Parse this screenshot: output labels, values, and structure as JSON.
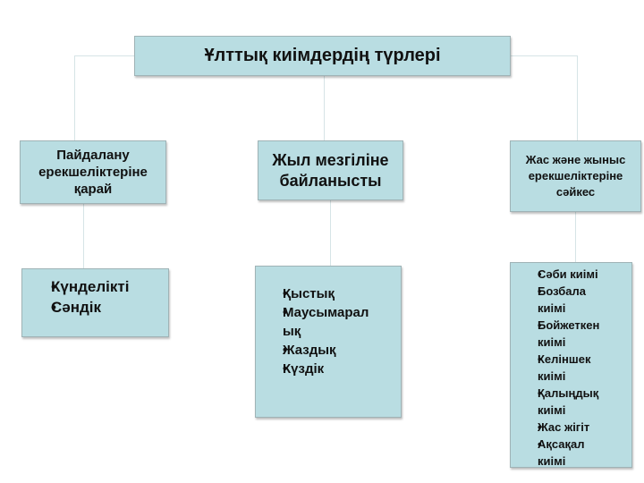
{
  "title": "Ұлттық киімдердің түрлері",
  "categories": [
    {
      "heading": "Пайдалану ерекшеліктеріне қарай",
      "items": [
        "Күнделікті",
        "Сәндік"
      ]
    },
    {
      "heading": "Жыл мезгіліне байланысты",
      "items": [
        "Қыстық",
        "Маусымарал ық",
        "Жаздық",
        "Күздік"
      ]
    },
    {
      "heading": "Жас және жыныс ерекшеліктеріне сәйкес",
      "items": [
        "Сәби киімі",
        "Бозбала киімі",
        "Бойжеткен киімі",
        "Келіншек киімі",
        "Қалыңдық киімі",
        "Жас жігіт",
        "Ақсақал киімі"
      ]
    }
  ],
  "colors": {
    "box_fill": "#b9dde2",
    "connector": "#d6e4e6"
  }
}
